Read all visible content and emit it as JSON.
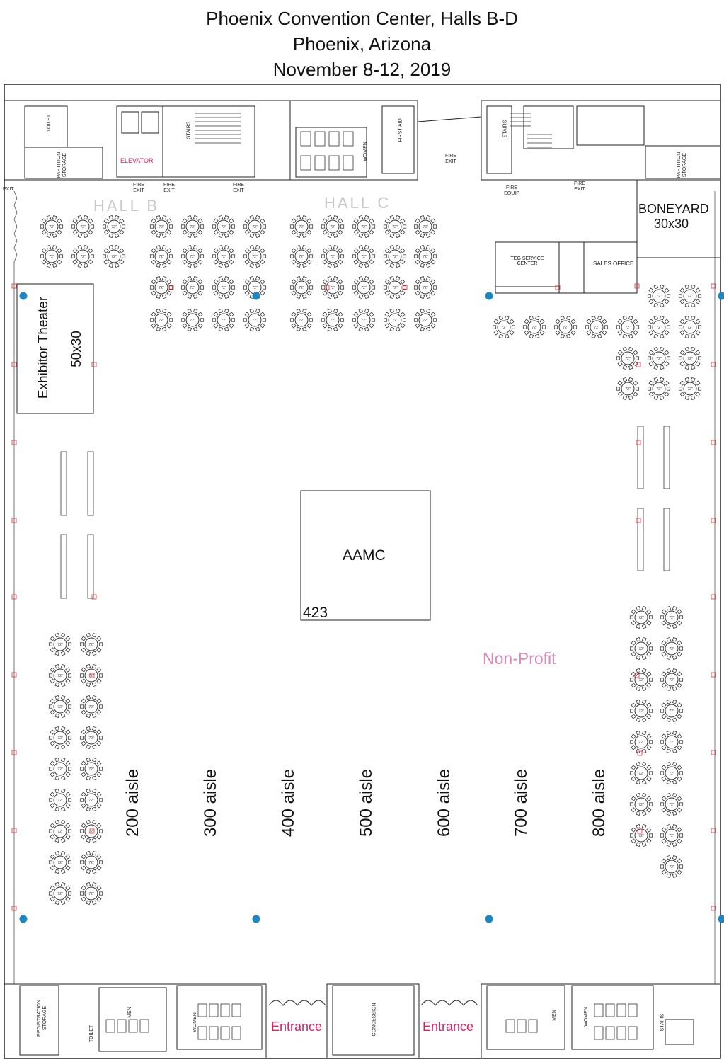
{
  "title": {
    "line1": "Phoenix Convention Center, Halls B-D",
    "line2": "Phoenix, Arizona",
    "line3": "November 8-12, 2019"
  },
  "areas": {
    "hall_b": "HALL B",
    "hall_c": "HALL C",
    "boneyard": "BONEYARD",
    "boneyard_size": "30x30",
    "exhibitor_theater": "Exhibitor Theater",
    "exhibitor_theater_size": "50x30",
    "aamc": "AAMC",
    "aamc_booth": "423",
    "non_profit": "Non-Profit",
    "teg": "TEG SERVICE CENTER",
    "sales_office": "SALES OFFICE"
  },
  "aisles": [
    "200 aisle",
    "300 aisle",
    "400 aisle",
    "500 aisle",
    "600 aisle",
    "700 aisle",
    "800 aisle"
  ],
  "top_labels": {
    "elevator": "ELEVATOR",
    "toilet": "TOILET",
    "partition_storage": "PARTITION STORAGE",
    "stairs": "STAIRS",
    "women": "WOMEN",
    "first_aid": "FIRST AID",
    "fire_exit": "FIRE EXIT",
    "fire_equip": "FIRE EQUIP",
    "exit": "EXIT"
  },
  "bottom_labels": {
    "entrance": "Entrance",
    "registration_storage": "REGISTRATION STORAGE",
    "concession": "CONCESSION",
    "men": "MEN",
    "women": "WOMEN",
    "toilet": "TOILET",
    "stairs": "STAIRS"
  },
  "table_label": "72\"",
  "colors": {
    "entrance": "#d42464",
    "elevator": "#d42464",
    "non_profit": "#d88ab8",
    "column": "#1a86c4",
    "outlet": "#e0303a"
  }
}
